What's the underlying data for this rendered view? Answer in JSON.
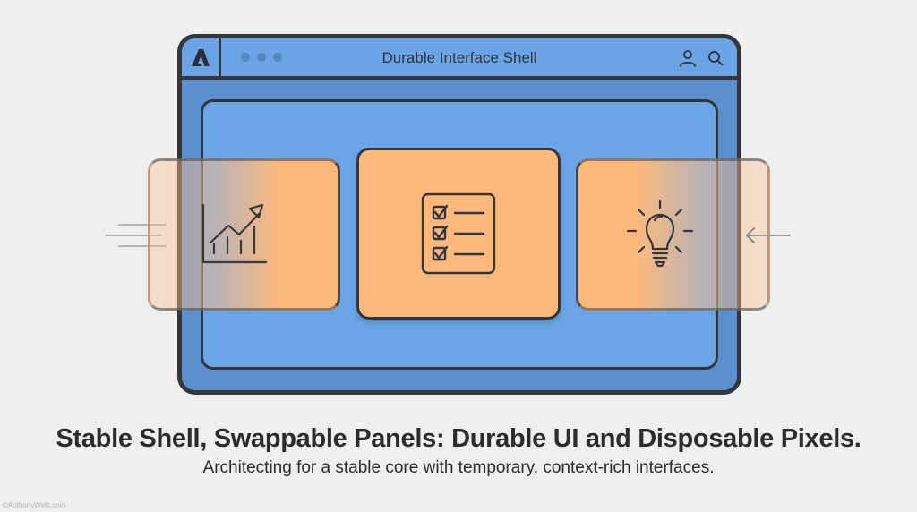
{
  "window": {
    "title": "Durable Interface Shell",
    "logo_letter": "A",
    "dots_count": 3,
    "icons": [
      "user-icon",
      "search-icon"
    ]
  },
  "panels": [
    {
      "id": "left",
      "icon": "growth-chart-icon",
      "state": "sliding-out",
      "motion": "motion-lines-left"
    },
    {
      "id": "center",
      "icon": "checklist-icon",
      "state": "active"
    },
    {
      "id": "right",
      "icon": "lightbulb-icon",
      "state": "sliding-in",
      "motion": "arrow-left"
    }
  ],
  "caption": {
    "headline": "Stable Shell, Swappable Panels: Durable UI and Disposable Pixels.",
    "subline": "Architecting for a stable core with temporary, context-rich interfaces."
  },
  "credit": "©AnthonyWelti.com",
  "colors": {
    "background": "#efefef",
    "shell_blue": "#5b8fd0",
    "titlebar_blue": "#6aa4e4",
    "panel_orange": "#fdb97c",
    "outline": "#33363b"
  }
}
